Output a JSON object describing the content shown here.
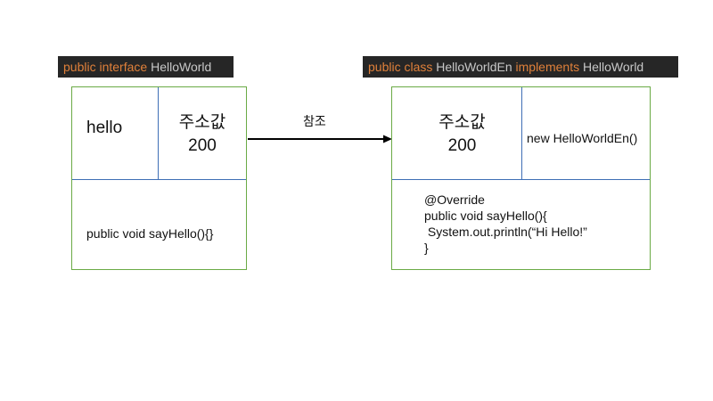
{
  "interface_header": {
    "kw1": "public",
    "kw2": "interface",
    "name": "HelloWorld"
  },
  "class_header": {
    "kw1": "public",
    "kw2": "class",
    "name": "HelloWorldEn",
    "kw3": "implements",
    "iface": "HelloWorld"
  },
  "interface_box": {
    "field_name": "hello",
    "address_label": "주소값",
    "address_value": "200",
    "method": "public void sayHello(){}"
  },
  "class_box": {
    "address_label": "주소값",
    "address_value": "200",
    "instance": "new HelloWorldEn()",
    "code": [
      "@Override",
      "public void sayHello(){",
      " System.out.println(“Hi Hello!”",
      "}"
    ]
  },
  "arrow_label": "참조",
  "colors": {
    "box_border": "#6aaa45",
    "divider": "#3f6fb5",
    "header_bg": "#262626",
    "keyword": "#e0803a",
    "identifier": "#c8c8c8"
  }
}
